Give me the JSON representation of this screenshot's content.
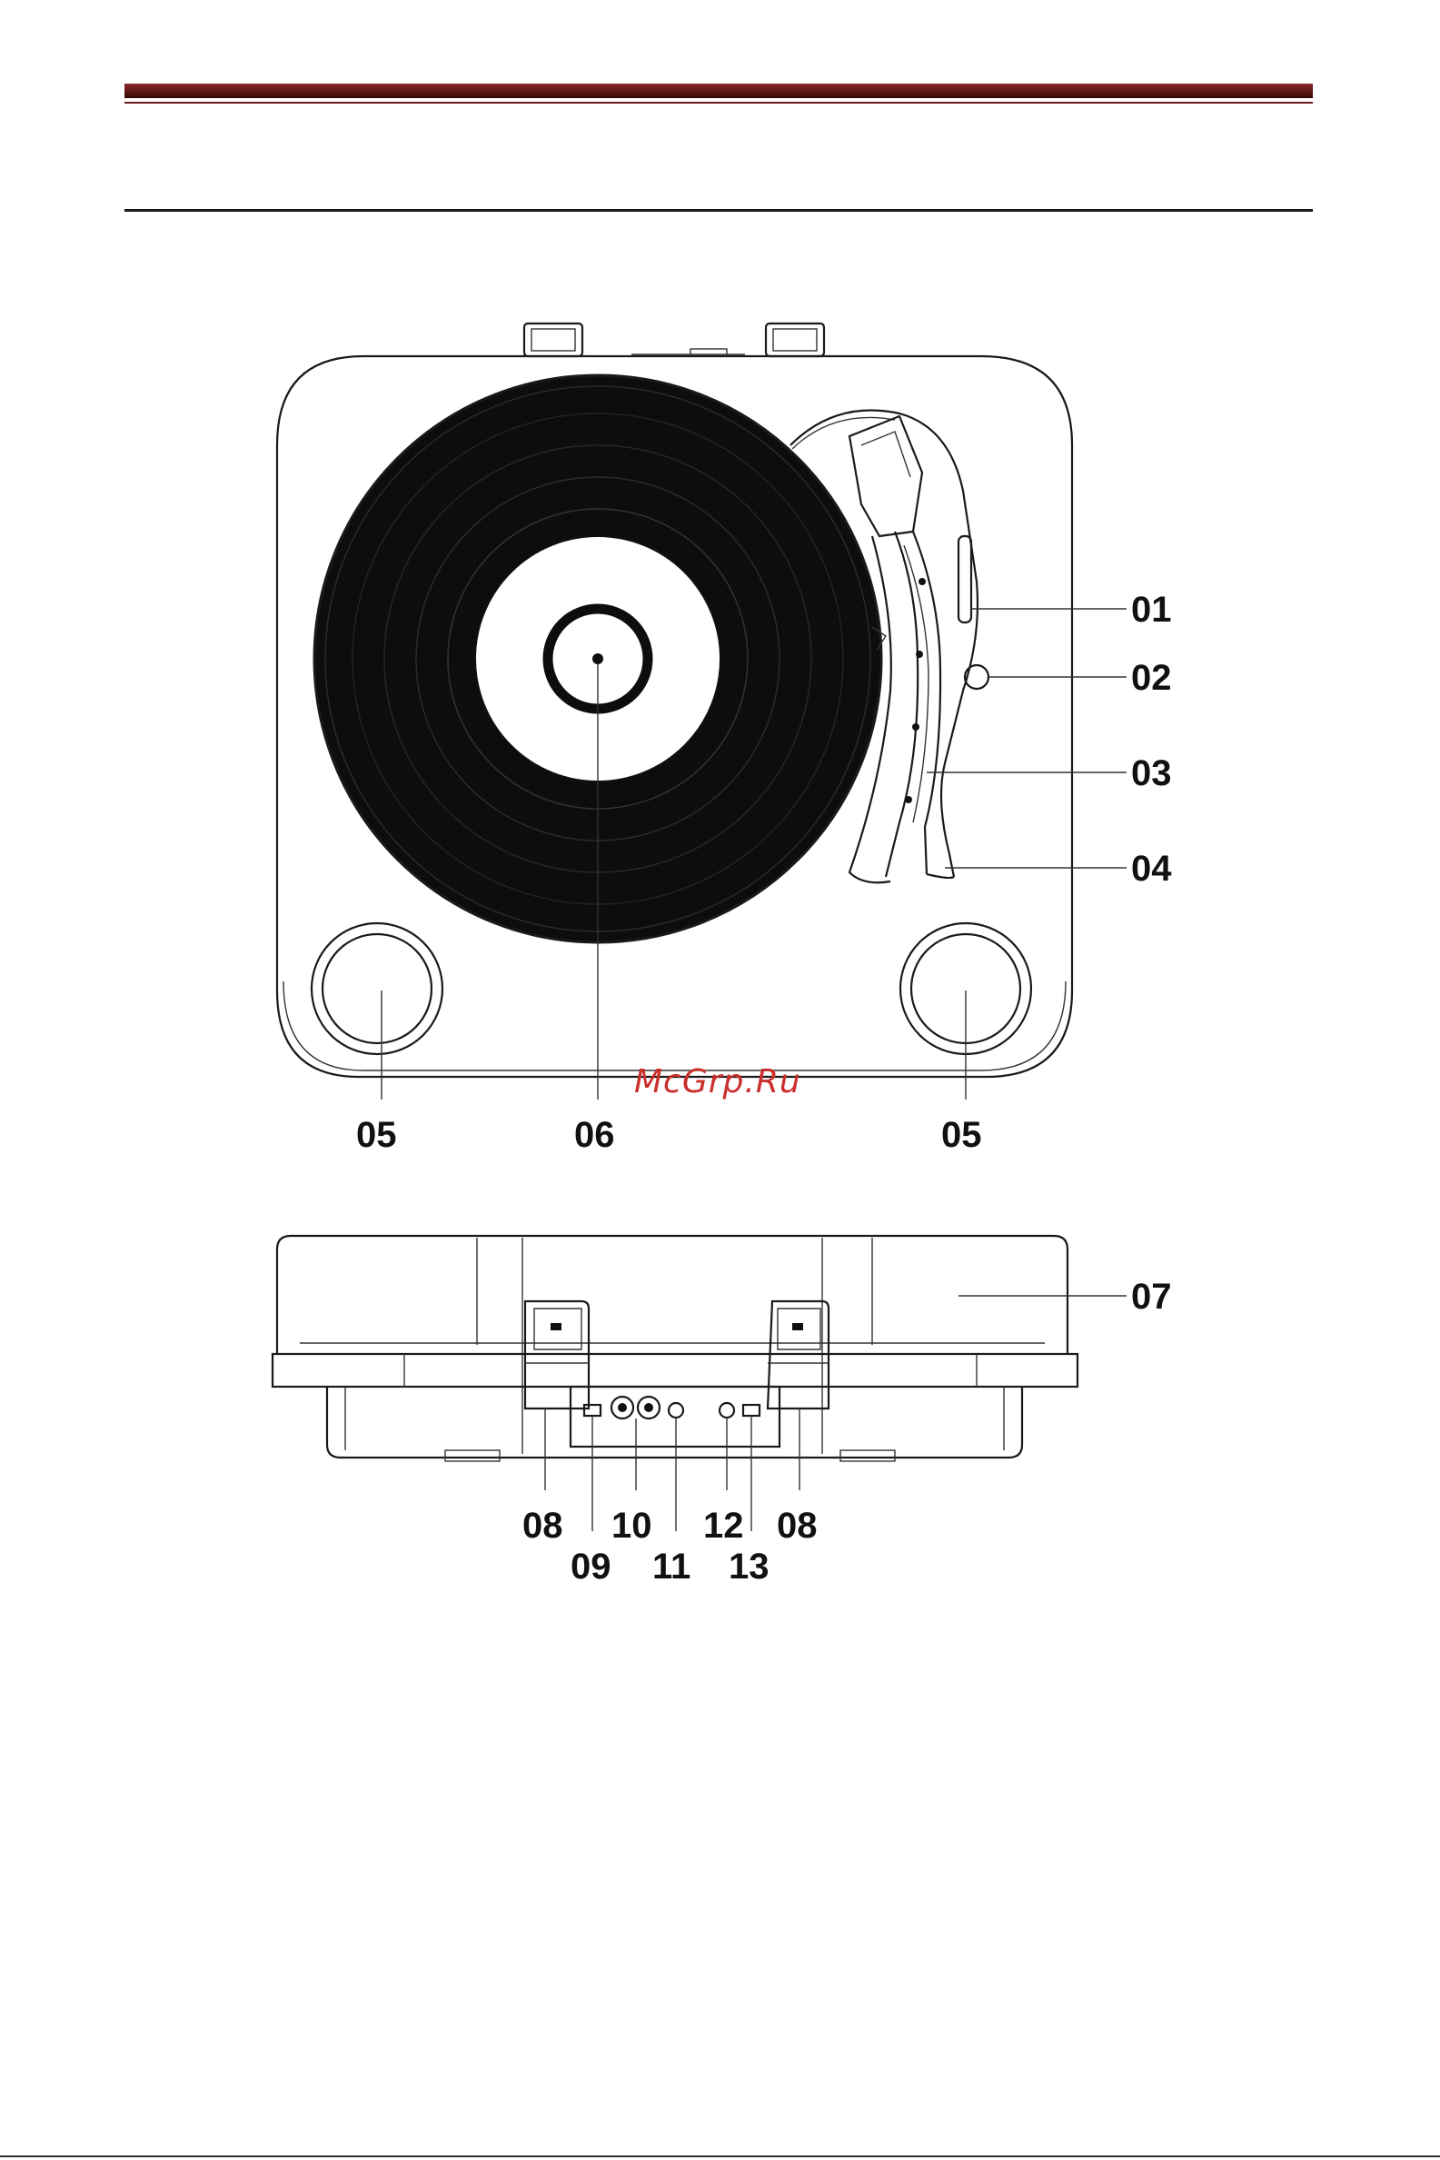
{
  "diagram": {
    "top_view": {
      "callouts": [
        {
          "id": "01",
          "label": "01"
        },
        {
          "id": "02",
          "label": "02"
        },
        {
          "id": "03",
          "label": "03"
        },
        {
          "id": "04",
          "label": "04"
        },
        {
          "id": "05l",
          "label": "05"
        },
        {
          "id": "06",
          "label": "06"
        },
        {
          "id": "05r",
          "label": "05"
        }
      ]
    },
    "rear_view": {
      "callouts": [
        {
          "id": "07",
          "label": "07"
        },
        {
          "id": "08l",
          "label": "08"
        },
        {
          "id": "09",
          "label": "09"
        },
        {
          "id": "10",
          "label": "10"
        },
        {
          "id": "11",
          "label": "11"
        },
        {
          "id": "12",
          "label": "12"
        },
        {
          "id": "13",
          "label": "13"
        },
        {
          "id": "08r",
          "label": "08"
        }
      ]
    }
  },
  "watermark": "McGrp.Ru",
  "colors": {
    "header_bar": "#6e1a1a",
    "watermark": "#c9302c",
    "line": "#1a1a1a"
  }
}
